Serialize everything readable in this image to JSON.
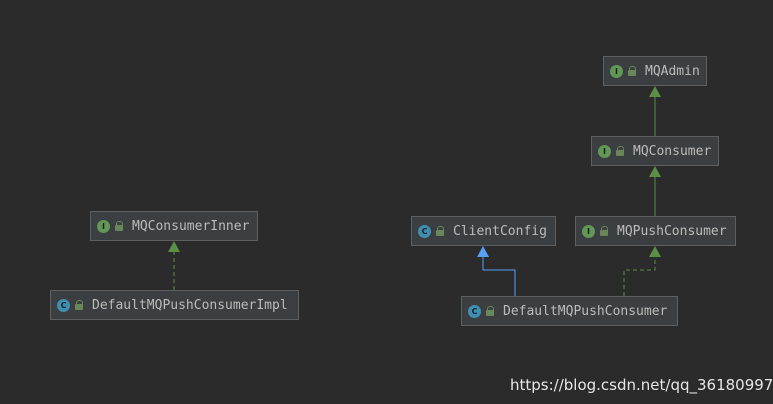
{
  "nodes": {
    "mqadmin": {
      "label": "MQAdmin",
      "badge": "I"
    },
    "mqconsumer": {
      "label": "MQConsumer",
      "badge": "I"
    },
    "mqpushconsumer": {
      "label": "MQPushConsumer",
      "badge": "I"
    },
    "clientconfig": {
      "label": "ClientConfig",
      "badge": "C"
    },
    "defaultmqpushconsumer": {
      "label": "DefaultMQPushConsumer",
      "badge": "C"
    },
    "mqconsumerinner": {
      "label": "MQConsumerInner",
      "badge": "I"
    },
    "defaultmqpushconsumerimpl": {
      "label": "DefaultMQPushConsumerImpl",
      "badge": "C"
    }
  },
  "colors": {
    "interface_badge": "#629755",
    "class_badge": "#3f8fb3",
    "extends_arrow": "#5a8f45",
    "implements_arrow": "#5a8f45",
    "class_extends_arrow": "#589df6"
  },
  "watermark": "https://blog.csdn.net/qq_36180997"
}
